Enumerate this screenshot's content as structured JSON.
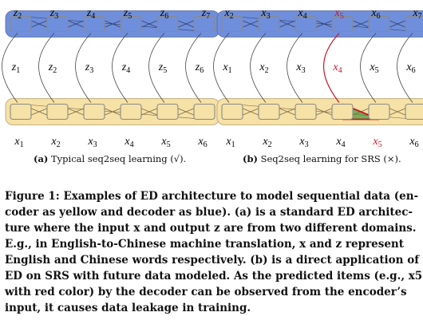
{
  "panel_a": {
    "top_labels": [
      "z2",
      "z3",
      "z4",
      "z5",
      "z6",
      "z7"
    ],
    "mid_labels": [
      "z1",
      "z2",
      "z3",
      "z4",
      "z5",
      "z6"
    ],
    "bottom_labels": [
      "x1",
      "x2",
      "x3",
      "x4",
      "x5",
      "x6"
    ],
    "caption_tag": "(a)",
    "caption_text": "Typical seq2seq learning (√)."
  },
  "panel_b": {
    "top_labels": [
      "x2",
      "x3",
      "x4",
      "x5",
      "x6",
      "x7"
    ],
    "mid_labels": [
      "x1",
      "x2",
      "x3",
      "x4",
      "x5",
      "x6"
    ],
    "bottom_labels": [
      "x1",
      "x2",
      "x3",
      "x4",
      "x5",
      "x6"
    ],
    "red_top_index": 3,
    "red_mid_index": 3,
    "red_bottom_index": 4,
    "caption_tag": "(b)",
    "caption_text": "Seq2seq learning for SRS (×)."
  },
  "colors": {
    "decoder_fill": "#6f8fdc",
    "encoder_fill": "#f6e1a6",
    "node_border": "#8a8a8a",
    "leak_red": "#c8142a",
    "leak_green": "#5aa84a"
  },
  "caption": {
    "lines": [
      "Figure 1: Examples of ED architecture to model sequential data (en-",
      "coder as yellow and decoder as blue). (a) is a standard ED architec-",
      "ture where the input x and output z are from two different domains.",
      "E.g., in English-to-Chinese machine translation, x and z represent",
      "English and Chinese words respectively. (b) is a direct application of",
      "ED on SRS with future data modeled. As the predicted items (e.g., x5",
      "with red color) by the decoder can be observed from the encoder’s",
      "input, it causes data leakage in training."
    ]
  }
}
